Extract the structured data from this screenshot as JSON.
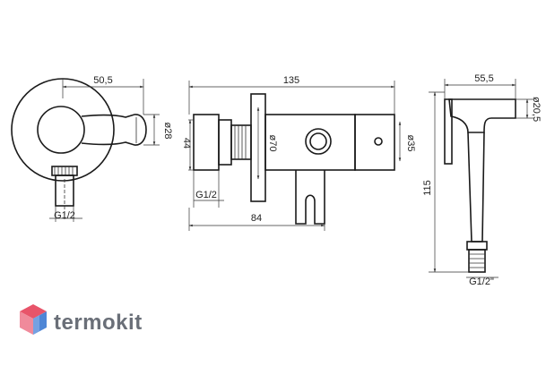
{
  "dimensions": {
    "side_width": "50,5",
    "side_dia_28": "ø28",
    "side_thread": "G1/2",
    "front_length": "135",
    "front_height_44": "44",
    "front_dia_70": "ø70",
    "front_dia_35": "ø35",
    "front_thread": "G1/2",
    "front_length_84": "84",
    "hs_width": "55,5",
    "hs_dia": "ø20,5",
    "hs_height": "115",
    "hs_thread": "G1/2\""
  },
  "watermark": {
    "text": "termokit",
    "colors": [
      "#e8546a",
      "#4e86d6",
      "#f08a9b",
      "#8fb4ea"
    ]
  }
}
